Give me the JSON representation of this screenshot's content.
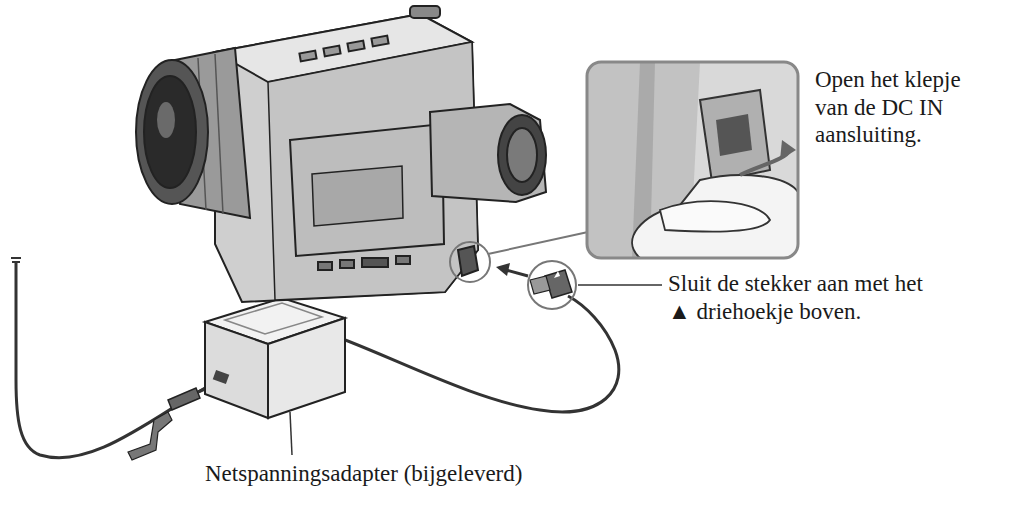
{
  "diagram": {
    "labels": [
      "Open het klepje van de DC IN aansluiting.",
      "Sluit de stekker aan met het ▲ driehoekje boven.",
      "Netspanningsadapter (bijgeleverd)"
    ]
  }
}
